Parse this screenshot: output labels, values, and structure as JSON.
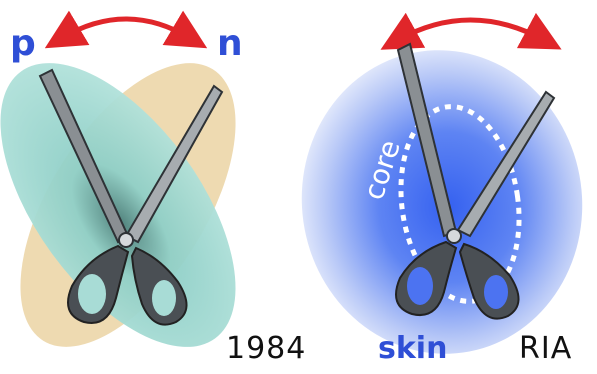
{
  "panels": {
    "left": {
      "label_p": "p",
      "label_n": "n",
      "year": "1984"
    },
    "right": {
      "label_core": "core",
      "label_skin": "skin",
      "label_ria": "RIA"
    }
  },
  "icons": [
    "double-arrow-icon",
    "scissors-icon"
  ],
  "colors": {
    "label_blue": "#2f4fd6",
    "arrow_red": "#e0262a",
    "proton_teal": "#a8dcd6",
    "neutron_tan": "#ebd3a3",
    "nucleus_blue": "#3a64f0"
  }
}
